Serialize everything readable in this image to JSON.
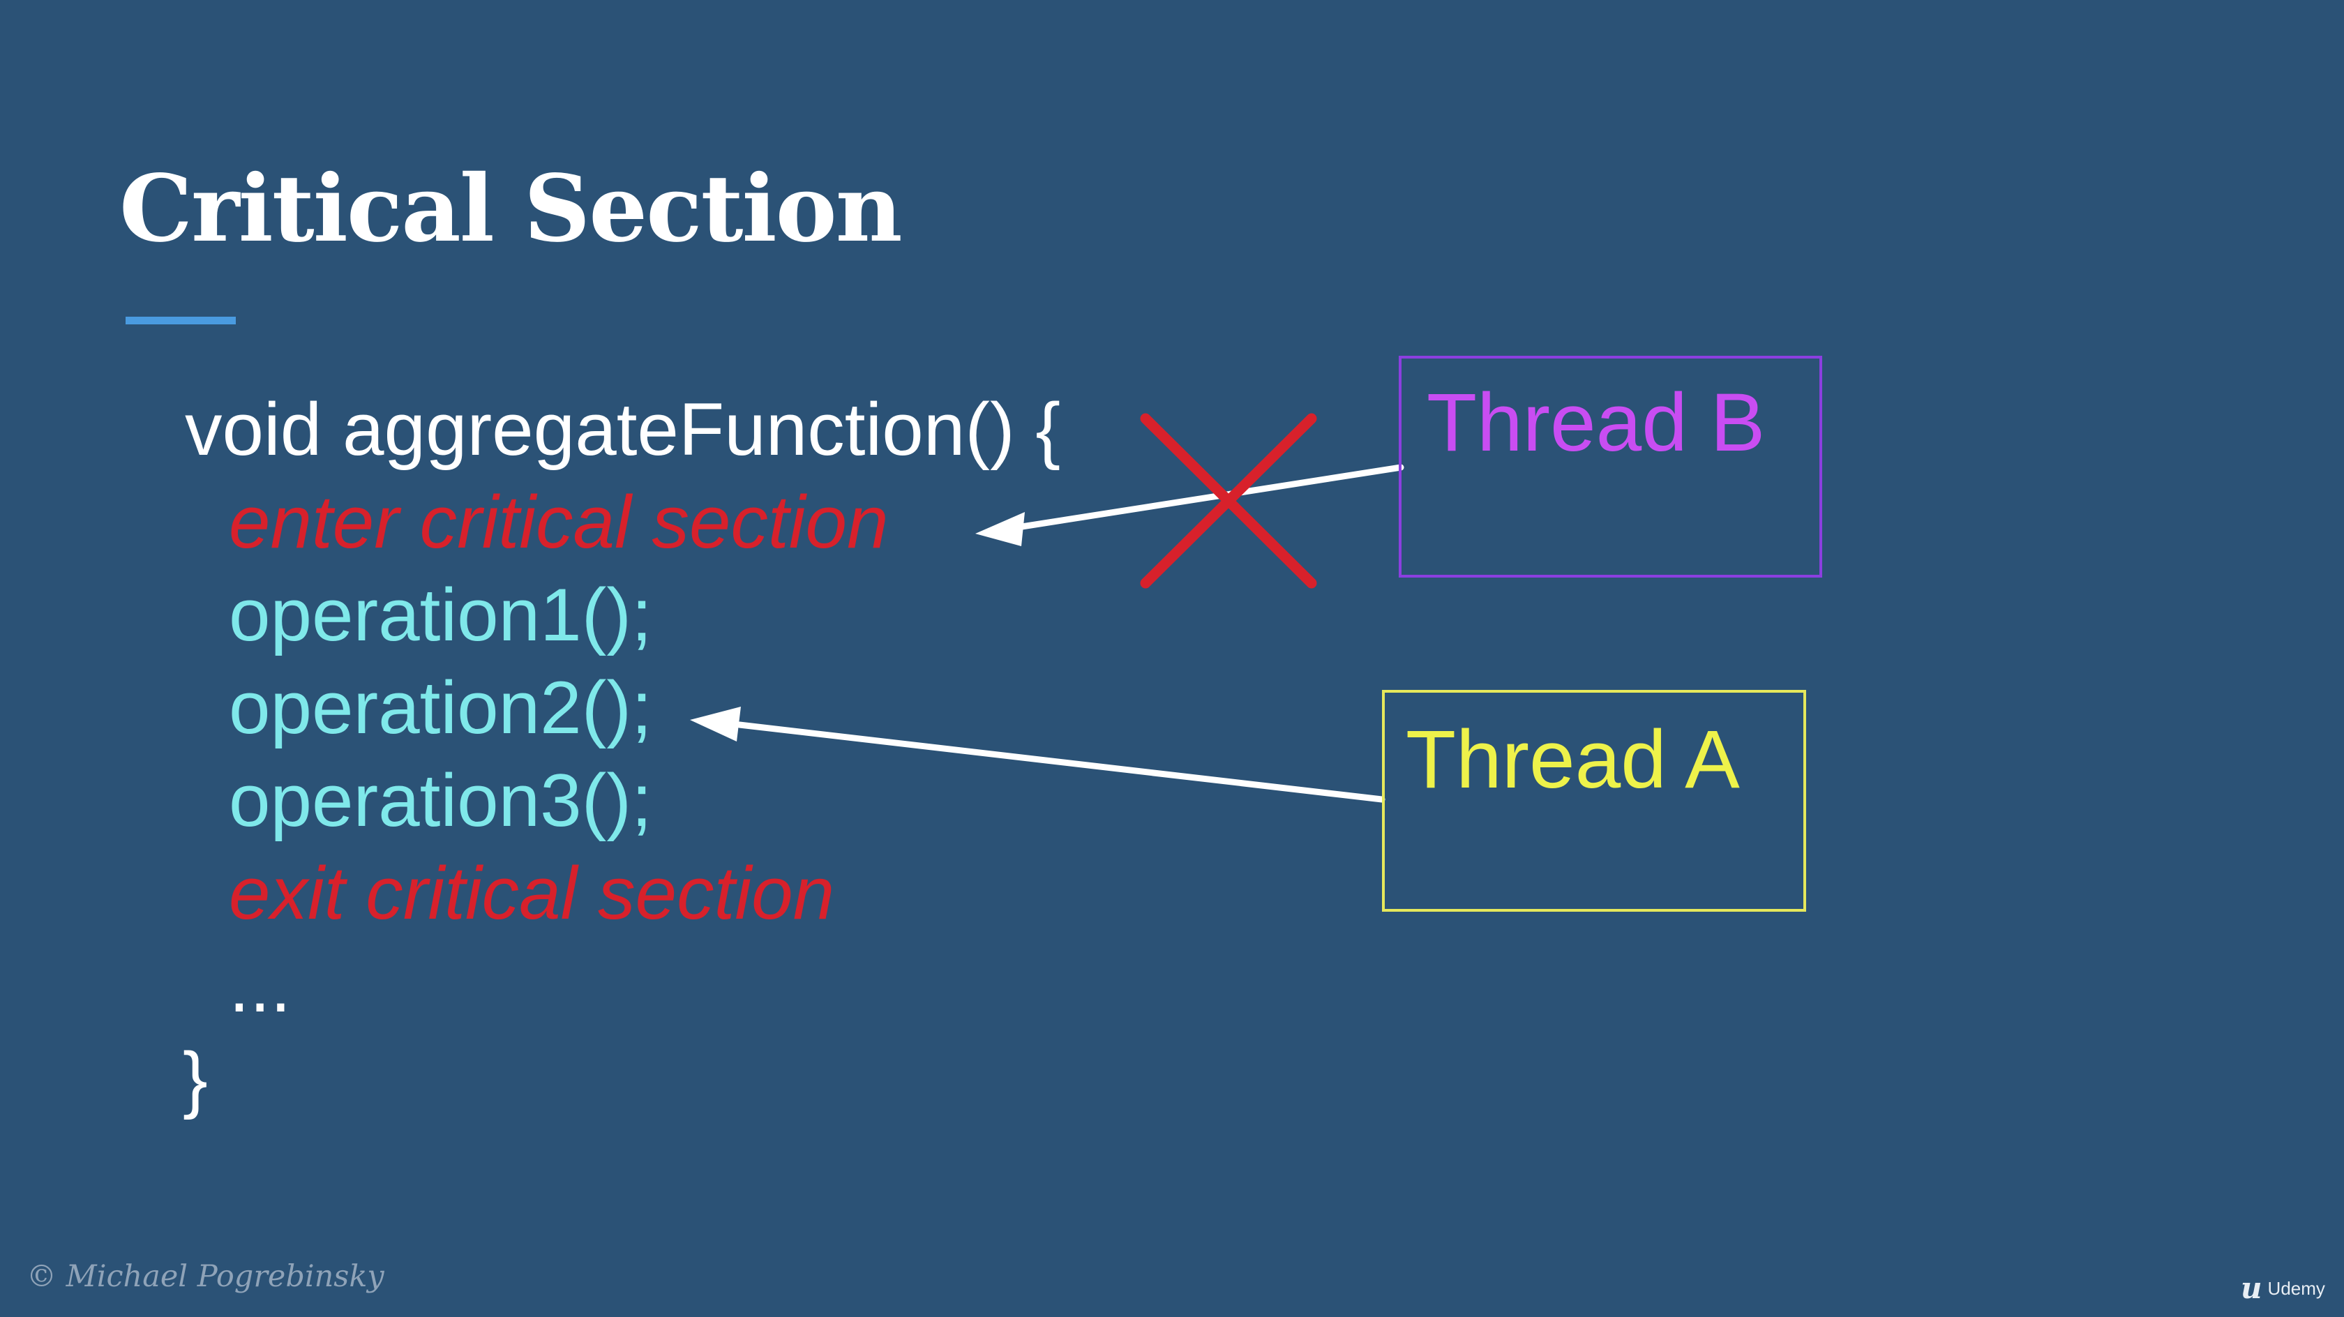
{
  "slide": {
    "title": "Critical Section",
    "code_lines": [
      "void aggregateFunction() {",
      "enter critical section",
      "operation1();",
      "operation2();",
      "operation3();",
      "exit critical section",
      "...",
      "}"
    ],
    "thread_b_label": "Thread B",
    "thread_a_label": "Thread A",
    "copyright": "© Michael Pogrebinsky",
    "brand_mark": "u",
    "brand_name": "Udemy"
  },
  "colors": {
    "background": "#2b5276",
    "title": "#ffffff",
    "accent_underline": "#4a9be0",
    "code_plain": "#ffffff",
    "code_operation": "#7fe8ea",
    "code_critical": "#d8212b",
    "thread_b": "#c94df2",
    "thread_b_border": "#8b3fe0",
    "thread_a": "#eef24a",
    "thread_a_border": "#e6e85b",
    "arrow": "#ffffff",
    "block_cross": "#d8212b"
  },
  "icons": {
    "blocked": "red-x-cross-icon",
    "arrow": "arrow-left-icon",
    "brand": "udemy-logo-icon"
  }
}
